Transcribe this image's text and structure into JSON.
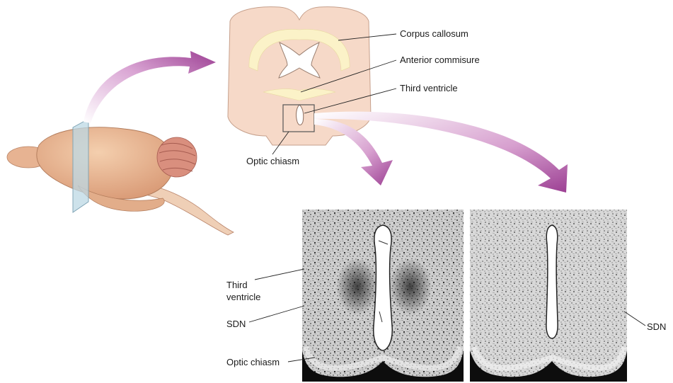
{
  "labels": {
    "corpus_callosum": "Corpus callosum",
    "anterior_commissure": "Anterior commisure",
    "third_ventricle_top": "Third ventricle",
    "optic_chiasm_top": "Optic chiasm",
    "third_ventricle_left_line1": "Third",
    "third_ventricle_left_line2": "ventricle",
    "sdn_left": "SDN",
    "optic_chiasm_left": "Optic chiasm",
    "sdn_right": "SDN"
  },
  "colors": {
    "section_fill": "#f6d9c8",
    "white_matter": "#fbf2c8",
    "brain_fill": "#e9b996",
    "cerebellum": "#d98f7e",
    "arrow_purple": "#9c3f93",
    "slice_plane": "#bcd8e4"
  },
  "icons": [
    "rat-brain-illustration",
    "coronal-section-illustration",
    "curved-arrow-icon",
    "micrograph-image"
  ]
}
